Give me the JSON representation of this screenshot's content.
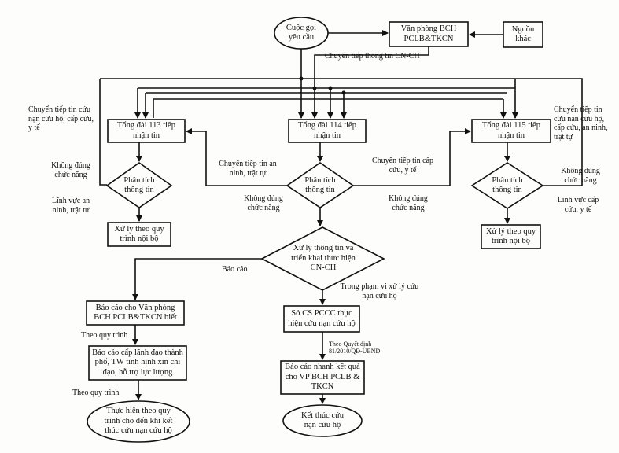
{
  "nodes": {
    "call_request": "Cuộc gọi yêu cầu",
    "office_bch": "Văn phòng BCH PCLB&TKCN",
    "other_source": "Nguồn khác",
    "switch_113": "Tổng đài 113 tiếp nhận tin",
    "switch_114": "Tổng đài 114 tiếp nhận tin",
    "switch_115": "Tổng đài 115 tiếp nhận tin",
    "analyze_113": "Phân tích thông tin",
    "analyze_114": "Phân tích thông tin",
    "analyze_115": "Phân tích thông tin",
    "internal_113": "Xử lý theo quy trình nội bộ",
    "internal_115": "Xử lý theo quy trình nội bộ",
    "process_deploy": "Xử lý thông tin và triển khai thực hiện CN-CH",
    "report_office": "Báo cáo cho Văn phòng BCH PCLB&TKCN biết",
    "report_leaders": "Báo cáo cấp lãnh đạo thành phố, TW tình hình xin chỉ đạo, hỗ trợ lực lượng",
    "execute_until_end": "Thực hiện theo quy trình cho đến khi kết thúc cứu nạn cứu hộ",
    "pccc_dept": "Sở CS PCCC thực hiện cứu nạn cứu hộ",
    "quick_report": "Báo cáo nhanh kết quả cho VP BCH PCLB & TKCN",
    "end_rescue": "Kết thúc cứu nạn cứu hộ"
  },
  "labels": {
    "forward_cnch": "Chuyển tiếp thông tin CN-CH",
    "forward_rescue_left": "Chuyển tiếp tin cứu nạn cứu hộ, cấp cứu, y tế",
    "forward_rescue_right": "Chuyển tiếp tin cứu nạn cứu hộ, cấp cứu, an ninh, trật tự",
    "wrong_func_113": "Không đúng chức năng",
    "wrong_func_115": "Không đúng chức năng",
    "wrong_func_114_left": "Không đúng chức năng",
    "wrong_func_114_right": "Không đúng chức năng",
    "field_security": "Lĩnh vực an ninh, trật tự",
    "field_emergency": "Lĩnh vực cấp cứu, y tế",
    "forward_security": "Chuyển tiếp tin an ninh, trật tự",
    "forward_emergency": "Chuyển tiếp tin cấp cứu, y tế",
    "report": "Báo cáo",
    "scope": "Trong phạm vi xử lý cứu nạn cứu hộ",
    "follow_proc_1": "Theo quy trình",
    "follow_proc_2": "Theo quy trình",
    "decision": "Theo Quyết định 81/2010/QĐ-UBND"
  }
}
